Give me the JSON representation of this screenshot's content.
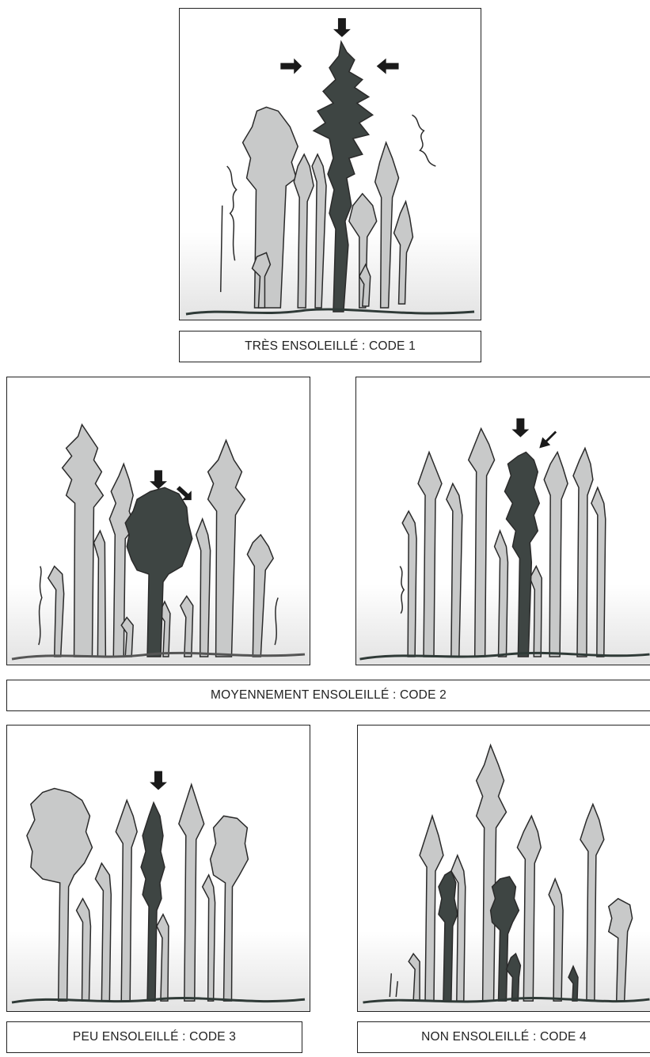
{
  "captions": {
    "code1": "TRÈS ENSOLEILLÉ : CODE 1",
    "code2": "MOYENNEMENT ENSOLEILLÉ : CODE 2",
    "code3": "PEU ENSOLEILLÉ : CODE 3",
    "code4": "NON ENSOLEILLÉ : CODE 4"
  },
  "colors": {
    "target_tree": "#3e4543",
    "other_tree": "#c8c9c9",
    "outline": "#2a2a2a",
    "ground": "#2f3a37",
    "arrow": "#1a1a1a"
  }
}
